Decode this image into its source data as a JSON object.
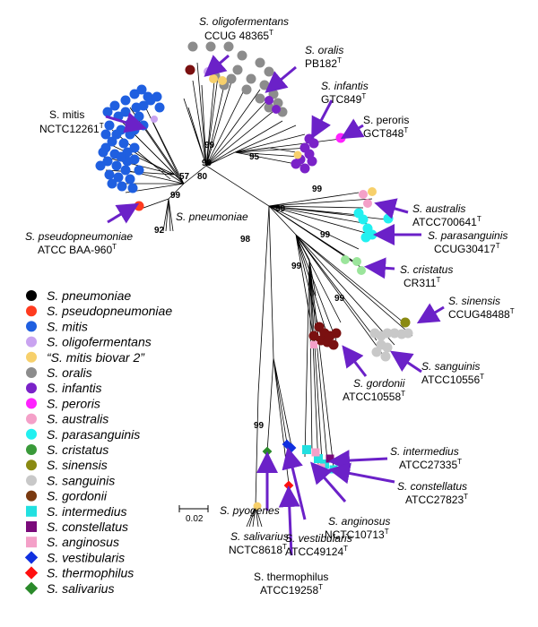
{
  "colors": {
    "pneumoniae": "#000000",
    "pseudopneumoniae": "#ff3b1f",
    "mitis": "#1f5fe0",
    "oligofermentans": "#c9a3f0",
    "mitis_biovar2": "#f7d06b",
    "oralis": "#8c8c8c",
    "infantis": "#7a22c8",
    "peroris": "#ff22ff",
    "australis": "#f4a0c8",
    "parasanguinis": "#22f0f0",
    "cristatus": "#3a9a3a",
    "sinensis": "#8a8a12",
    "sanguinis": "#c8c8c8",
    "gordonii": "#7a1010",
    "intermedius": "#22e0e0",
    "constellatus": "#7a0a7a",
    "anginosus": "#f4a0c8",
    "vestibularis": "#1030e0",
    "thermophilus": "#ff1010",
    "salivarius": "#2a8a2a",
    "arrow": "#6b21c8"
  },
  "labels": {
    "oligofermentans": {
      "name": "S. oligofermentans",
      "strain": "CCUG 48365",
      "sup": "T"
    },
    "oralis": {
      "name": "S. oralis",
      "strain": "PB182",
      "sup": "T"
    },
    "infantis": {
      "name": "S. infantis",
      "strain": "GTC849",
      "sup": "T"
    },
    "mitis": {
      "name": "S. mitis",
      "strain": "NCTC12261",
      "sup": "T"
    },
    "peroris": {
      "name": "S. peroris",
      "strain": "GCT848",
      "sup": "T"
    },
    "australis": {
      "name": "S. australis",
      "strain": "ATCC700641",
      "sup": "T"
    },
    "parasanguinis": {
      "name": "S. parasanguinis",
      "strain": "CCUG30417",
      "sup": "T"
    },
    "cristatus": {
      "name": "S. cristatus",
      "strain": "CR311",
      "sup": "T"
    },
    "sinensis": {
      "name": "S. sinensis",
      "strain": "CCUG48488",
      "sup": "T"
    },
    "sanguinis": {
      "name": "S. sanguinis",
      "strain": "ATCC10556",
      "sup": "T"
    },
    "gordonii": {
      "name": "S. gordonii",
      "strain": "ATCC10558",
      "sup": "T"
    },
    "pseudopneumoniae": {
      "name": "S. pseudopneumoniae",
      "strain": "ATCC BAA-960",
      "sup": "T"
    },
    "pneumoniae": {
      "name": "S. pneumoniae"
    },
    "intermedius": {
      "name": "S. intermedius",
      "strain": "ATCC27335",
      "sup": "T"
    },
    "constellatus": {
      "name": "S. constellatus",
      "strain": "ATCC27823",
      "sup": "T"
    },
    "anginosus": {
      "name": "S. anginosus",
      "strain": "NCTC10713",
      "sup": "T"
    },
    "vestibularis": {
      "name": "S. vestibularis",
      "strain": "ATCC49124",
      "sup": "T"
    },
    "salivarius": {
      "name": "S. salivarius",
      "strain": "NCTC8618",
      "sup": "T"
    },
    "thermophilus": {
      "name": "S. thermophilus",
      "strain": "ATCC19258",
      "sup": "T"
    },
    "pyogenes": {
      "name": "S. pyogenes"
    }
  },
  "bootstrap": {
    "b99a": "99",
    "b95": "95",
    "b99b": "99",
    "b57": "57",
    "b80": "80",
    "b99c": "99",
    "b92": "92",
    "b99d": "99",
    "b99e": "99",
    "b98": "98",
    "b99f": "99",
    "b99g": "99",
    "b99h": "99",
    "b99i": "99"
  },
  "scale_bar": "0.02",
  "legend": [
    {
      "label": "S. pneumoniae",
      "shape": "circle",
      "color": "#000000"
    },
    {
      "label": "S. pseudopneumoniae",
      "shape": "circle",
      "color": "#ff3b1f"
    },
    {
      "label": "S. mitis",
      "shape": "circle",
      "color": "#1f5fe0"
    },
    {
      "label": "S. oligofermentans",
      "shape": "circle",
      "color": "#c9a3f0"
    },
    {
      "label": "“S. mitis biovar 2”",
      "shape": "circle",
      "color": "#f7d06b"
    },
    {
      "label": "S. oralis",
      "shape": "circle",
      "color": "#8c8c8c"
    },
    {
      "label": "S. infantis",
      "shape": "circle",
      "color": "#7a22c8"
    },
    {
      "label": "S. peroris",
      "shape": "circle",
      "color": "#ff22ff"
    },
    {
      "label": "S. australis",
      "shape": "circle",
      "color": "#f4a0c8"
    },
    {
      "label": "S. parasanguinis",
      "shape": "circle",
      "color": "#22f0f0"
    },
    {
      "label": "S. cristatus",
      "shape": "circle",
      "color": "#3a9a3a"
    },
    {
      "label": "S. sinensis",
      "shape": "circle",
      "color": "#8a8a12"
    },
    {
      "label": "S. sanguinis",
      "shape": "circle",
      "color": "#c8c8c8"
    },
    {
      "label": "S. gordonii",
      "shape": "circle",
      "color": "#7a3a10"
    },
    {
      "label": "S. intermedius",
      "shape": "square",
      "color": "#22e0e0"
    },
    {
      "label": "S. constellatus",
      "shape": "square",
      "color": "#7a0a7a"
    },
    {
      "label": "S. anginosus",
      "shape": "square",
      "color": "#f4a0c8"
    },
    {
      "label": "S. vestibularis",
      "shape": "diamond",
      "color": "#1030e0"
    },
    {
      "label": "S. thermophilus",
      "shape": "diamond",
      "color": "#ff1010"
    },
    {
      "label": "S. salivarius",
      "shape": "diamond",
      "color": "#2a8a2a"
    }
  ]
}
